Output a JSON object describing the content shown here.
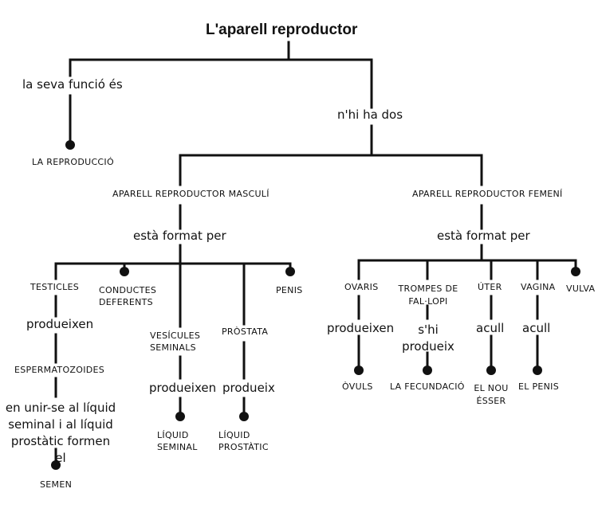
{
  "title": "L'aparell reproductor",
  "left_branch": {
    "link": "la seva funció és",
    "node": "La reproducció"
  },
  "right_branch": {
    "link": "n'hi ha dos"
  },
  "male": {
    "label": "Aparell reproductor masculí",
    "link": "està format per",
    "testicles": {
      "label": "Testicles",
      "link": "produeixen",
      "product": "Espermatozoides",
      "link2": "en unir-se al líquid seminal i al líquid prostàtic formen el",
      "result": "Semen"
    },
    "conductes": {
      "label": "Conductes deferents"
    },
    "vesicules": {
      "label": "Vesícules seminals",
      "link": "produeixen",
      "product": "Líquid seminal"
    },
    "prostata": {
      "label": "Pròstata",
      "link": "produeix",
      "product": "Líquid prostàtic"
    },
    "penis": {
      "label": "Penis"
    }
  },
  "female": {
    "label": "Aparell reproductor femení",
    "link": "està format per",
    "ovaris": {
      "label": "Ovaris",
      "link": "produeixen",
      "product": "Òvuls"
    },
    "trompes": {
      "label": "Trompes de Fal·lopi",
      "link": "s'hi produeix",
      "product": "La fecundació"
    },
    "uter": {
      "label": "Úter",
      "link": "acull",
      "product": "El nou ésser"
    },
    "vagina": {
      "label": "Vagina",
      "link": "acull",
      "product": "El penis"
    },
    "vulva": {
      "label": "Vulva"
    }
  }
}
